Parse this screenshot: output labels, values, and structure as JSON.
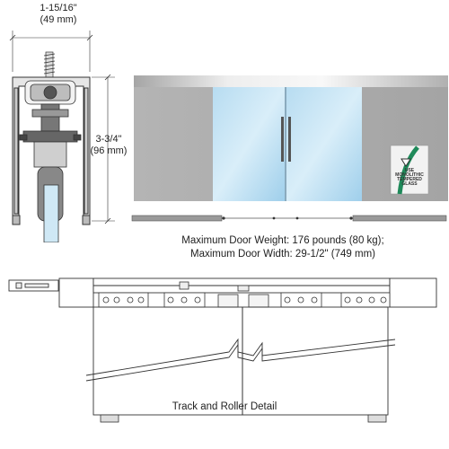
{
  "dimensions": {
    "width_imperial": "1-15/16\"",
    "width_metric": "(49 mm)",
    "height_imperial": "3-3/4\"",
    "height_metric": "(96 mm)"
  },
  "specs": {
    "weight_line": "Maximum Door Weight: 176 pounds (80 kg);",
    "width_line": "Maximum Door Width: 29-1/2\" (749 mm)"
  },
  "glass_sticker": {
    "line1": "USE",
    "line2": "MONOLITHIC",
    "line3": "TEMPERED",
    "line4": "GLASS"
  },
  "detail_caption": "Track and Roller Detail",
  "colors": {
    "line": "#333333",
    "glass_light": "#cfe8f5",
    "glass_mid": "#8fc6e6",
    "panel_gray": "#a9a9a9",
    "sticker_green": "#1f8a5a"
  }
}
